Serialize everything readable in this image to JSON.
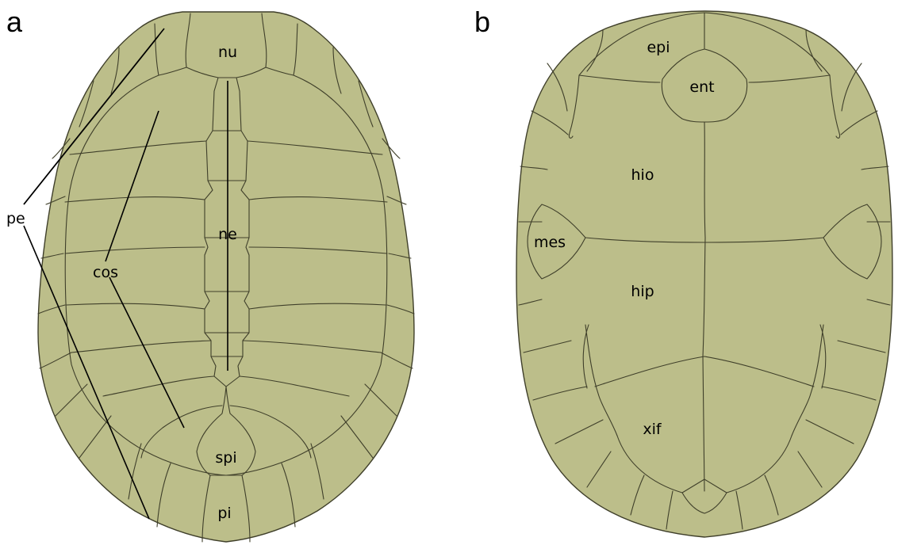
{
  "panels": [
    {
      "letter": "a",
      "labels": {
        "nu": "nu",
        "ne": "ne",
        "cos": "cos",
        "spi": "spi",
        "pi": "pi",
        "pe": "pe"
      }
    },
    {
      "letter": "b",
      "labels": {
        "epi": "epi",
        "ent": "ent",
        "hio": "hio",
        "mes": "mes",
        "hip": "hip",
        "xif": "xif"
      }
    }
  ],
  "colors": {
    "shell_fill": "#bcbe8a",
    "suture": "#3f3f2a",
    "leader": "#000000"
  }
}
